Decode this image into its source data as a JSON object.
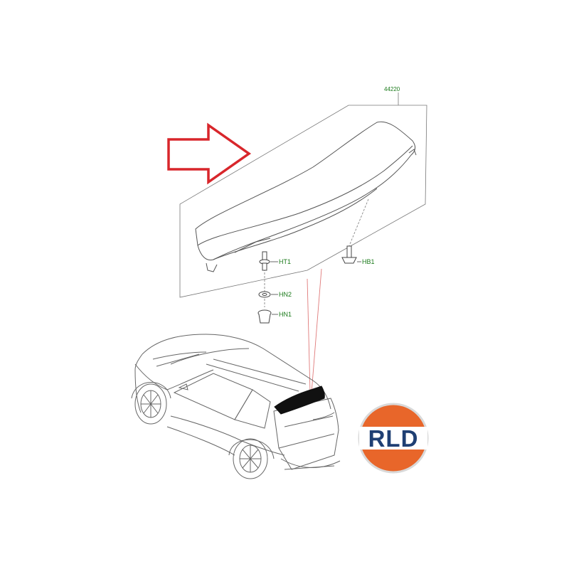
{
  "part_number": "44220",
  "callouts": [
    {
      "id": "ht1",
      "label": "HT1"
    },
    {
      "id": "hb1",
      "label": "HB1"
    },
    {
      "id": "hn2",
      "label": "HN2"
    },
    {
      "id": "hn1",
      "label": "HN1"
    }
  ],
  "logo": {
    "text": "RLD",
    "colors": {
      "orange": "#e8662a",
      "navy": "#1f3f73",
      "ring": "#d9d9d9"
    }
  },
  "colors": {
    "arrow": "#d8262b",
    "line_art": "#555555",
    "callout_text": "#1a7a1a",
    "guide_lines": "#e07a7a",
    "highlight": "#111111"
  },
  "icons": [
    "arrow-right-outline-icon",
    "bolt-icon",
    "nut-icon",
    "clip-icon"
  ]
}
